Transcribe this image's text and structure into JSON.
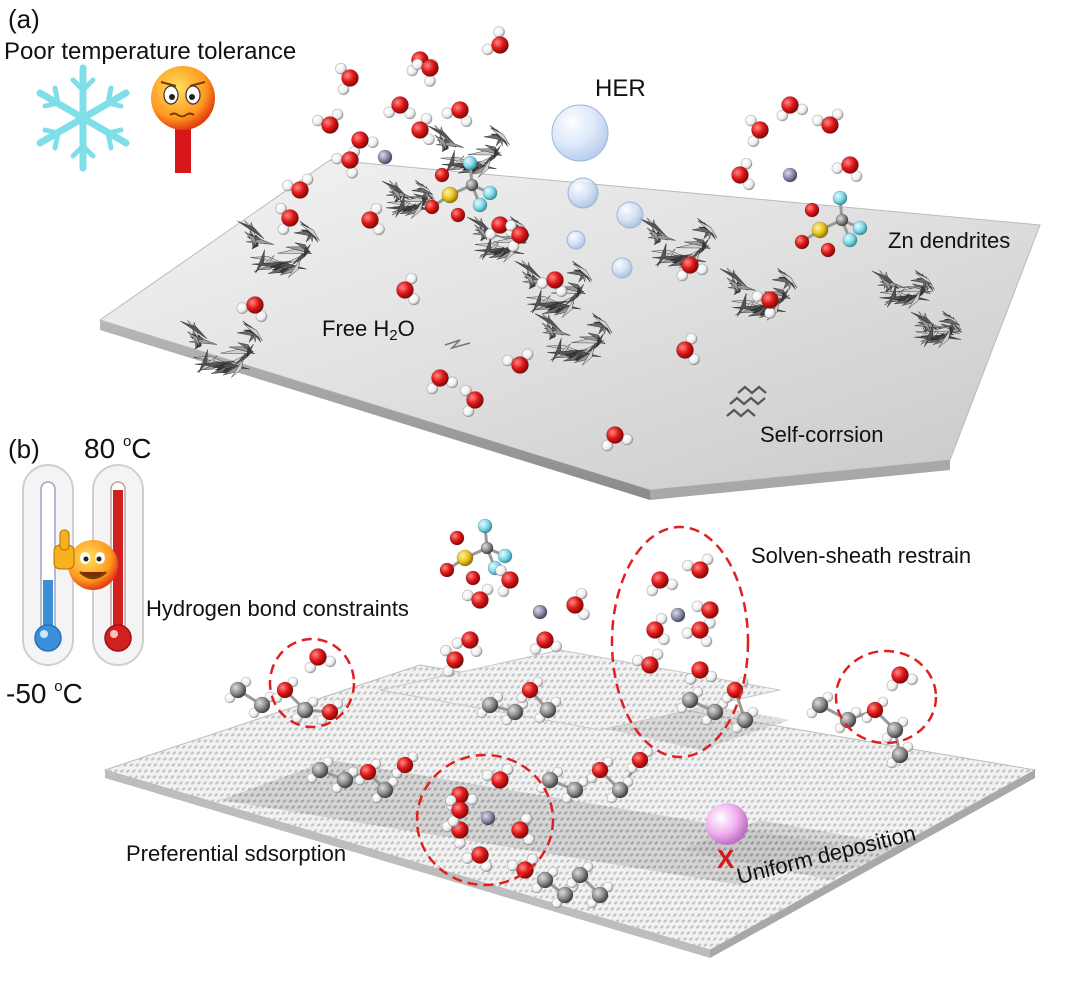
{
  "panel_a": {
    "tag": "(a)",
    "poor_temp": "Poor temperature tolerance",
    "her": "HER",
    "zn_dendrites": "Zn dendrites",
    "free_h2o_prefix": "Free H",
    "free_h2o_sub": "2",
    "free_h2o_suffix": "O",
    "self_corrosion": "Self-corrsion"
  },
  "panel_b": {
    "tag": "(b)",
    "hot_temp_value": "80 ",
    "cold_temp_value": "-50 ",
    "temp_sup": "o",
    "temp_unit": "C",
    "hbond": "Hydrogen bond constraints",
    "solvent_sheath": "Solven-sheath restrain",
    "preferential": "Preferential sdsorption",
    "uniform": "Uniform deposition",
    "cross_mark": "X"
  },
  "colors": {
    "oxygen": "#e01818",
    "hydrogen": "#ffffff",
    "carbon": "#8a8a8a",
    "sulfur": "#e8c020",
    "fluorine": "#7fd8e8",
    "zinc": "#8a8aa8",
    "dashed_circle": "#e02020",
    "thermo_cold": "#3a8fd8",
    "thermo_hot": "#d02020"
  },
  "icons": [
    "snowflake-icon",
    "worried-thermometer-icon",
    "thermometer-cold-icon",
    "thermometer-hot-icon",
    "thumbs-up-emoji-icon",
    "hydrogen-bubble-icon"
  ]
}
